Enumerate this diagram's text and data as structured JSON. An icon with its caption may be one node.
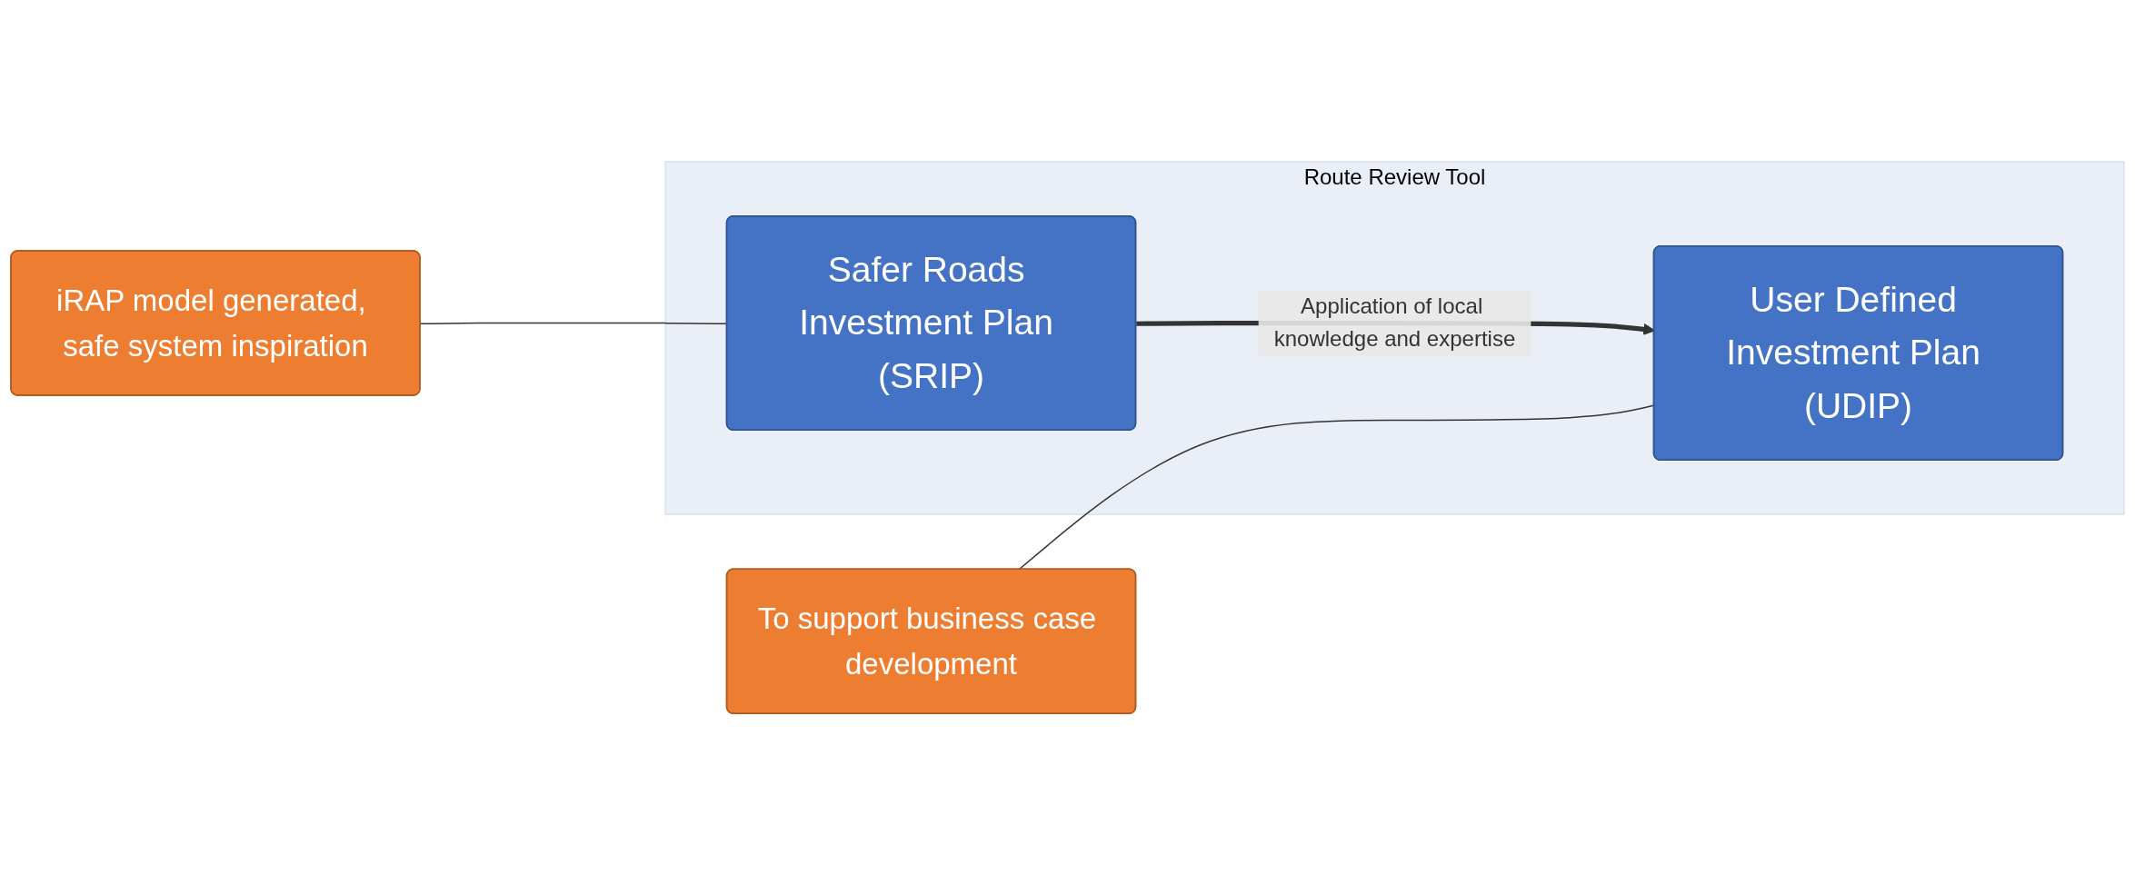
{
  "diagram": {
    "nodes": [
      {
        "text": [
          "iRAP model generated, safe system inspiration"
        ]
      },
      {
        "text": [
          "Route Review Tool"
        ]
      },
      {
        "text": [
          "Safer Roads Investment Plan (SRIP)"
        ],
        "in": 1
      },
      {
        "text": [
          "User Defined Investment Plan (UDIP)"
        ],
        "in": 1
      },
      {
        "text": [
          "To support business case development"
        ]
      }
    ],
    "edges": [
      {
        "from": 0,
        "to": 2,
        "arrow": "none"
      },
      {
        "from": 2,
        "to": 3,
        "arrow": "to",
        "label": "Application of local knowledge and expertise",
        "style": "thick"
      },
      {
        "from": 4,
        "to": 3,
        "arrow": "none"
      }
    ]
  }
}
